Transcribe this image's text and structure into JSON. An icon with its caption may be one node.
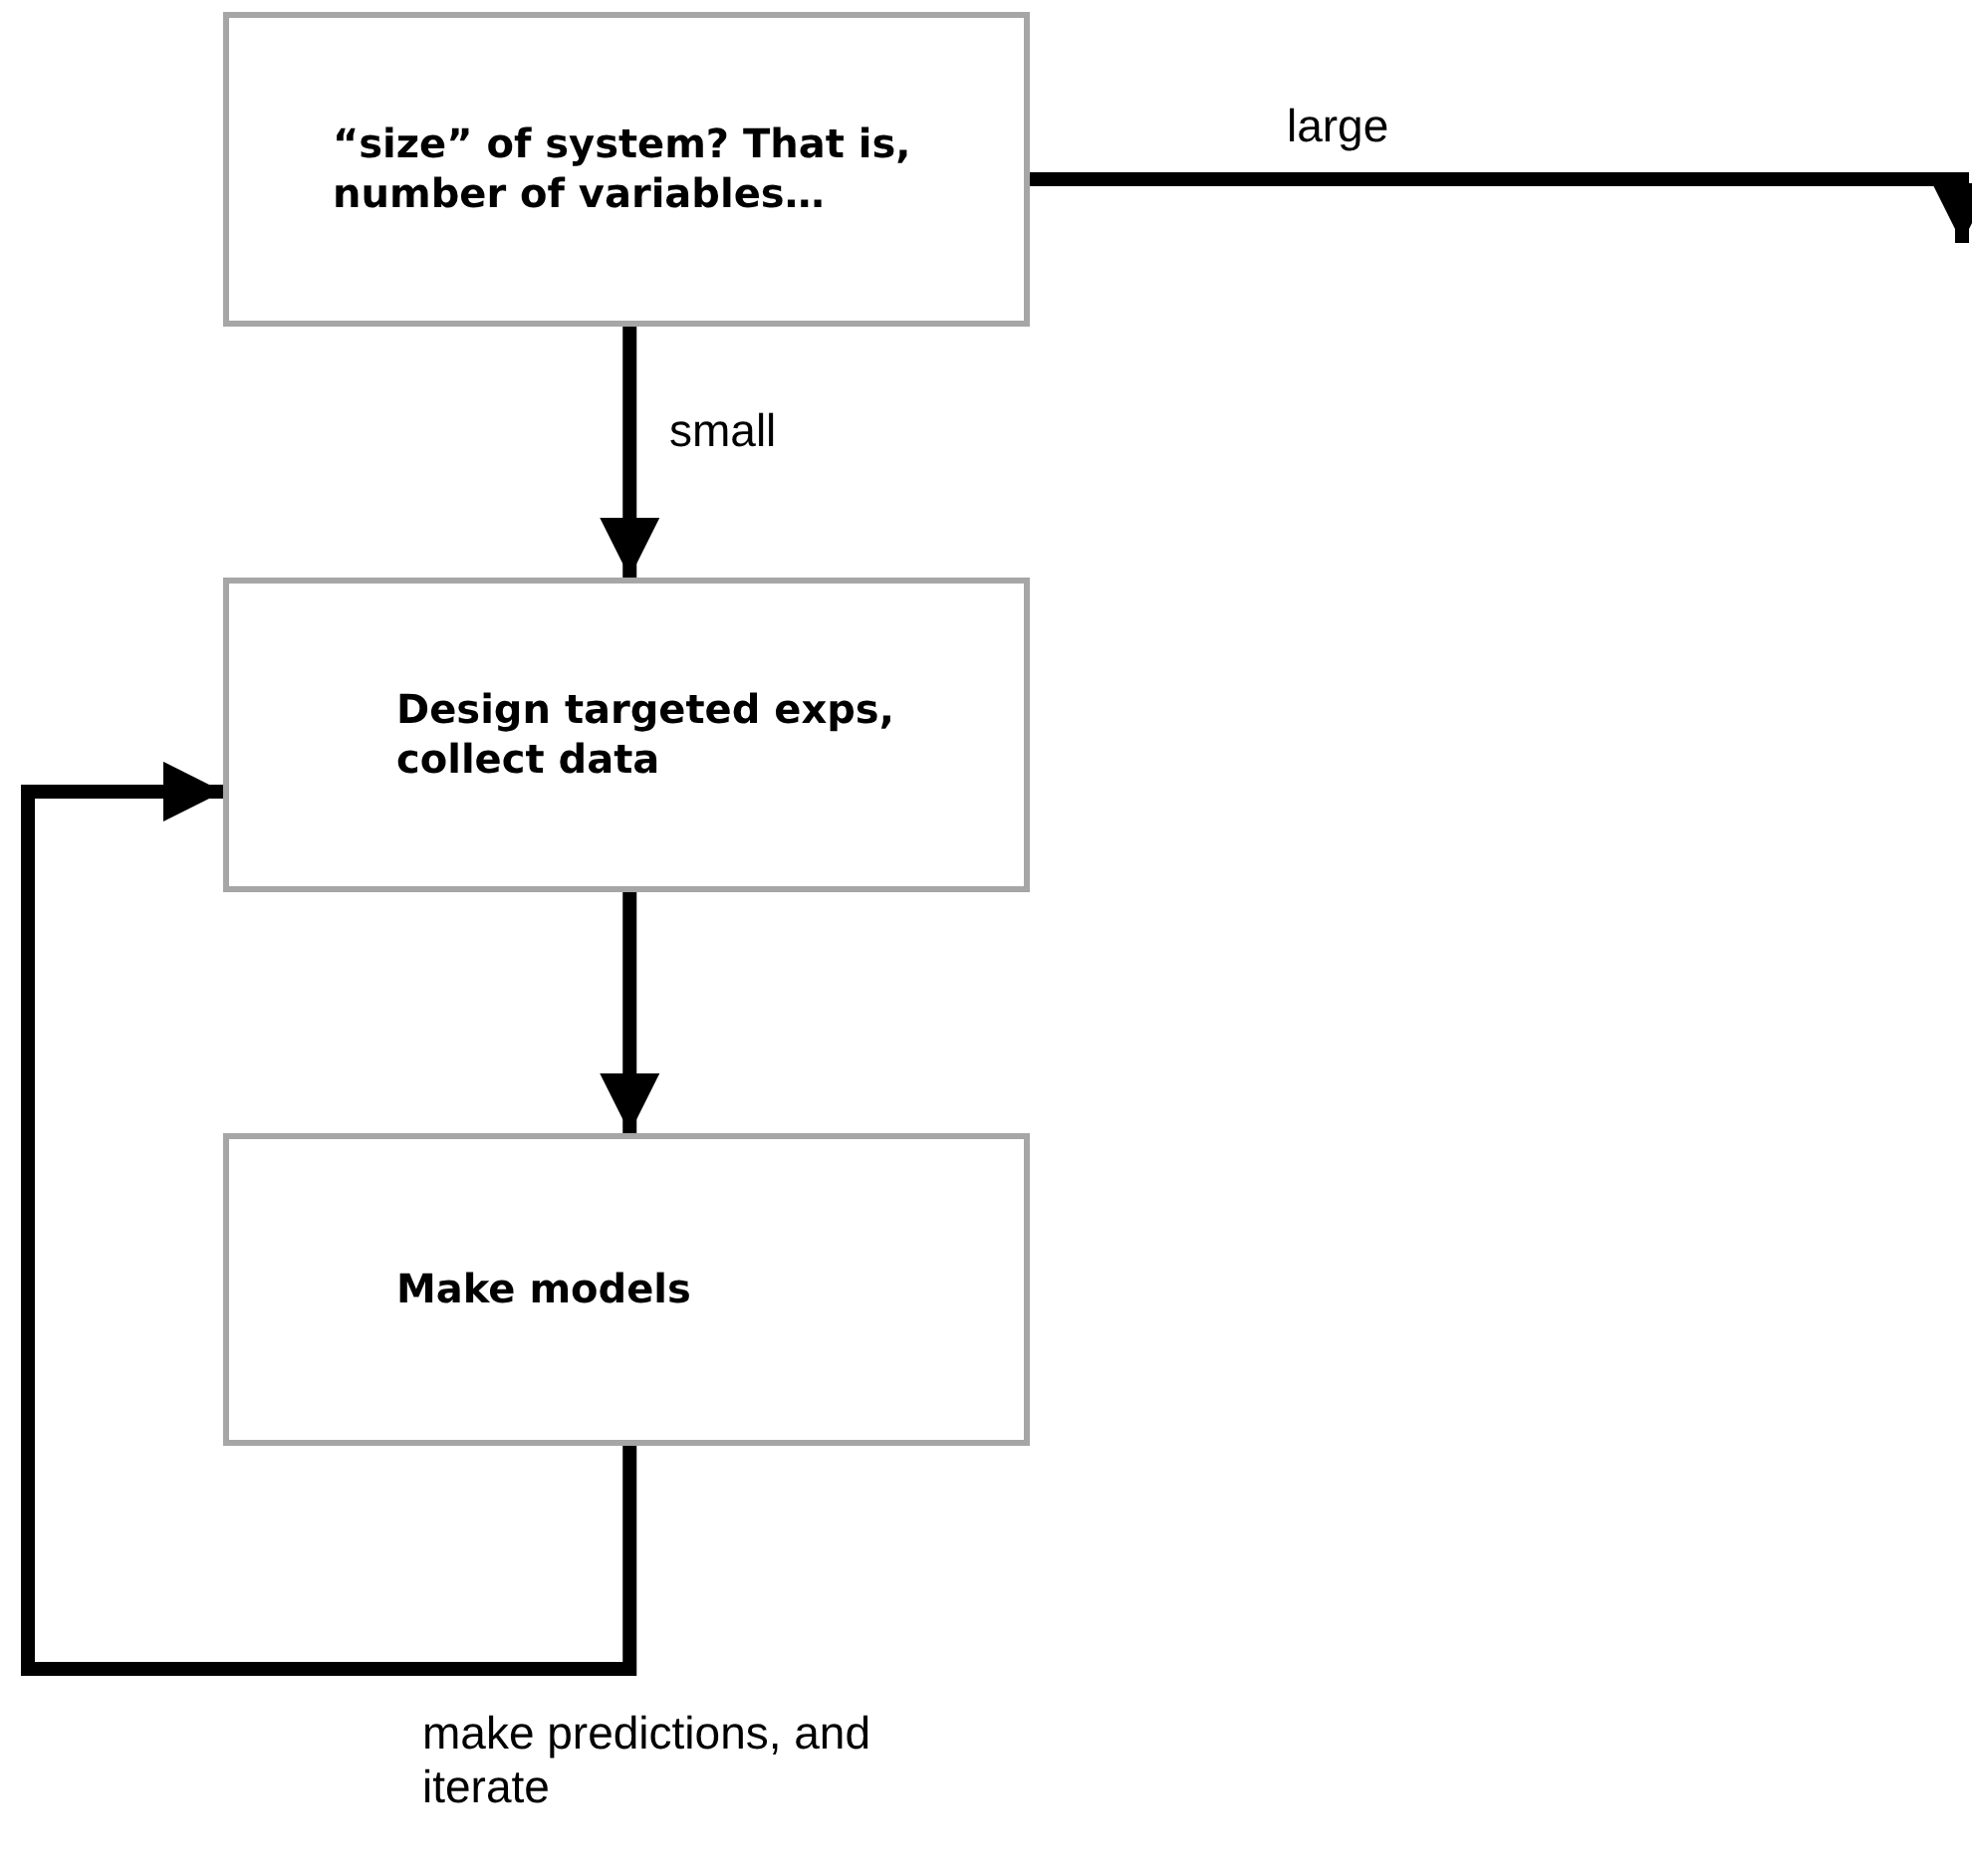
{
  "diagram": {
    "nodes": [
      {
        "text": [
          "“size” of system? That is, number of variables…"
        ]
      },
      {
        "text": [
          "Design targeted exps, collect data"
        ]
      },
      {
        "text": [
          "Make models"
        ]
      }
    ],
    "edges": [
      {
        "from": 0,
        "to": 1,
        "arrow": "to",
        "label": "small"
      },
      {
        "from": 1,
        "to": 2,
        "arrow": "to"
      },
      {
        "from": 2,
        "to": 1,
        "arrow": "to",
        "label": "make predictions, and iterate"
      },
      {
        "from": 0,
        "to": null,
        "arrow": "to",
        "label": "large"
      }
    ]
  }
}
